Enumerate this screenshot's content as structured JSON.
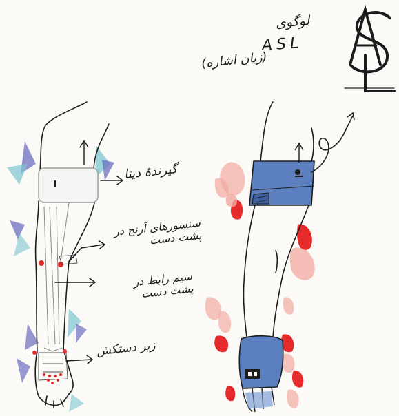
{
  "labels": {
    "title": "لوگوی",
    "asl": "ASL",
    "sign_language": "(زبان اشاره)",
    "data_holder": "گیرندهٔ دیتا",
    "flex_sensors": "سنسورهای آرنج در پشت دست",
    "wire": "سیم رابط در پشت دست",
    "glove": "زیر دستکش"
  },
  "colors": {
    "ink": "#1c1c1c",
    "red_marks": "#e52b2b",
    "pink_marks": "#f1a9a0",
    "blue_shade": "#5b7fbf",
    "purple_shade": "#6b6fbf",
    "cyan_shade": "#7cc5d0"
  }
}
